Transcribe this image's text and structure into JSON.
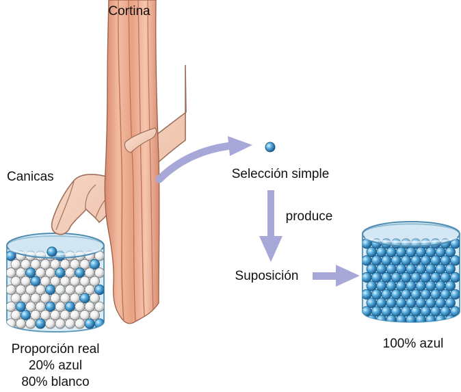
{
  "labels": {
    "cortina": "Cortina",
    "canicas": "Canicas",
    "seleccion": "Selección simple",
    "produce": "produce",
    "suposicion": "Suposición",
    "resultado": "100% azul",
    "proporcion": [
      "Proporción real",
      "20% azul",
      "80% blanco"
    ]
  },
  "colors": {
    "blue_marble": "#4d9bd1",
    "white_marble": "#f2f2f2",
    "arrow": "#a8a8d8",
    "curtain": "#e6a384",
    "hand": "#f5d3bf",
    "jar_glass": "#c7e1f0"
  },
  "icons": [
    "curtain",
    "hand",
    "marble-jar",
    "marble",
    "arrow"
  ]
}
